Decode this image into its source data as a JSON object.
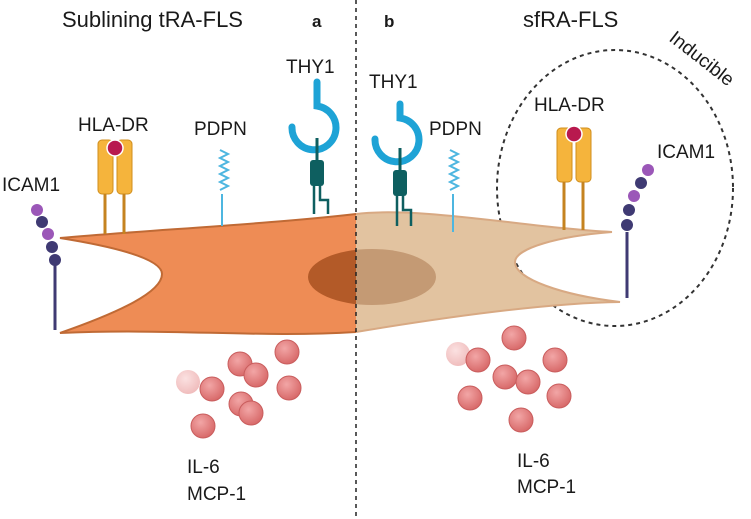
{
  "left": {
    "title": "Sublining tRA-FLS",
    "panel_letter": "a",
    "markers": {
      "icam1": "ICAM1",
      "hla_dr": "HLA-DR",
      "pdpn": "PDPN",
      "thy1": "THY1"
    },
    "cytokines": {
      "il6": "IL-6",
      "mcp1": "MCP-1"
    }
  },
  "right": {
    "title": "sfRA-FLS",
    "panel_letter": "b",
    "markers": {
      "thy1": "THY1",
      "pdpn": "PDPN",
      "hla_dr": "HLA-DR",
      "icam1": "ICAM1"
    },
    "inducible_label": "Inducible",
    "cytokines": {
      "il6": "IL-6",
      "mcp1": "MCP-1"
    }
  },
  "colors": {
    "left_cell": "#ee8c55",
    "left_nucleus": "#b35a28",
    "right_cell": "#e2c3a0",
    "right_nucleus": "#c49a74",
    "cell_outline": "#c06a35",
    "thy1": "#1ea3d6",
    "thy1_stalk": "#0e5f60",
    "pdpn": "#4db6e0",
    "hla_dr_body": "#f5b43c",
    "hla_dr_ligand": "#b8194e",
    "icam1_dark": "#3f3a73",
    "icam1_light": "#9b57b8",
    "cytokine": "#e07c7c"
  }
}
